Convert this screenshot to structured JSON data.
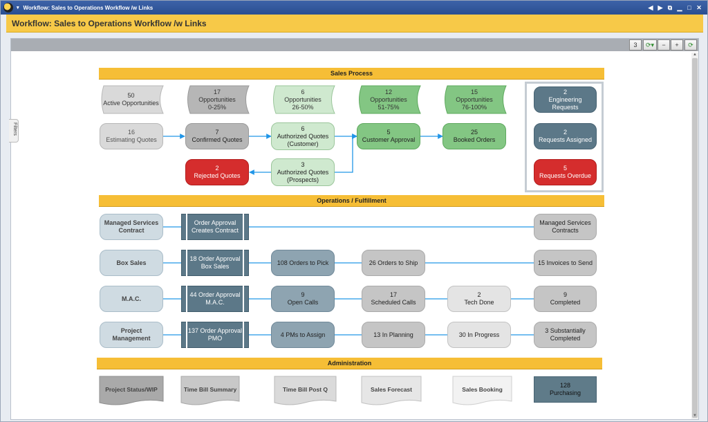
{
  "window": {
    "title": "Workflow: Sales to Operations Workflow /w Links",
    "controls": [
      "◀",
      "▶",
      "⧉",
      "▁",
      "□",
      "✕"
    ]
  },
  "header": {
    "title": "Workflow: Sales to Operations Workflow /w Links"
  },
  "toolbar": {
    "count": "3",
    "refresh_menu": "⟳▾",
    "zoom_out": "−",
    "zoom_in": "+",
    "refresh": "⟳"
  },
  "filters": {
    "label": "Filters"
  },
  "sections": {
    "sales": "Sales Process",
    "ops": "Operations / Fulfillment",
    "admin": "Administration"
  },
  "sales": {
    "active": {
      "count": "50",
      "label": "Active Opportunities"
    },
    "opp_0_25": {
      "count": "17",
      "label": "Opportunities",
      "range": "0-25%"
    },
    "opp_26_50": {
      "count": "6",
      "label": "Opportunities",
      "range": "26-50%"
    },
    "opp_51_75": {
      "count": "12",
      "label": "Opportunities",
      "range": "51-75%"
    },
    "opp_76_100": {
      "count": "15",
      "label": "Opportunities",
      "range": "76-100%"
    },
    "eng_requests": {
      "count": "2",
      "l1": "Engineering",
      "l2": "Requests"
    },
    "estimating": {
      "count": "16",
      "label": "Estimating Quotes"
    },
    "confirmed": {
      "count": "7",
      "label": "Confirmed Quotes"
    },
    "auth_customer": {
      "count": "6",
      "l1": "Authorized Quotes",
      "l2": "(Customer)"
    },
    "cust_approval": {
      "count": "5",
      "label": "Customer Approval"
    },
    "booked": {
      "count": "25",
      "label": "Booked Orders"
    },
    "req_assigned": {
      "count": "2",
      "label": "Requests Assigned"
    },
    "rejected": {
      "count": "2",
      "label": "Rejected Quotes"
    },
    "auth_prospects": {
      "count": "3",
      "l1": "Authorized Quotes",
      "l2": "(Prospects)"
    },
    "req_overdue": {
      "count": "5",
      "label": "Requests Overdue"
    }
  },
  "ops": {
    "msc": {
      "l1": "Managed Services",
      "l2": "Contract"
    },
    "order_approval_contract": {
      "l1": "Order Approval",
      "l2": "Creates Contract"
    },
    "msc_contracts": {
      "l1": "Managed Services",
      "l2": "Contracts"
    },
    "box_sales": {
      "label": "Box Sales"
    },
    "box_approval": {
      "l1": "18 Order Approval",
      "l2": "Box Sales"
    },
    "orders_pick": {
      "label": "108 Orders to Pick"
    },
    "orders_ship": {
      "label": "26 Orders to Ship"
    },
    "invoices": {
      "label": "15 Invoices to Send"
    },
    "mac": {
      "label": "M.A.C."
    },
    "mac_approval": {
      "l1": "44 Order Approval",
      "l2": "M.A.C."
    },
    "open_calls": {
      "count": "9",
      "label": "Open Calls"
    },
    "sched_calls": {
      "count": "17",
      "label": "Scheduled Calls"
    },
    "tech_done": {
      "count": "2",
      "label": "Tech Done"
    },
    "completed": {
      "count": "9",
      "label": "Completed"
    },
    "pm": {
      "l1": "Project",
      "l2": "Management"
    },
    "pmo_approval": {
      "l1": "137 Order Approval",
      "l2": "PMO"
    },
    "pms_assign": {
      "label": "4 PMs to Assign"
    },
    "in_planning": {
      "label": "13 In Planning"
    },
    "in_progress": {
      "label": "30 In Progress"
    },
    "subst_completed": {
      "l1": "3 Substantially",
      "l2": "Completed"
    }
  },
  "admin": {
    "project_status": "Project Status/WIP",
    "time_bill_summary": "Time Bill Summary",
    "time_bill_post": "Time Bill Post Q",
    "sales_forecast": "Sales Forecast",
    "sales_booking": "Sales Booking",
    "purchasing": {
      "count": "128",
      "label": "Purchasing"
    }
  }
}
